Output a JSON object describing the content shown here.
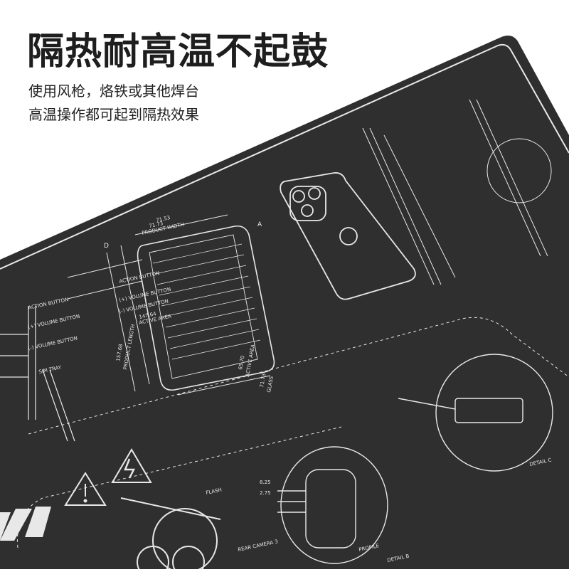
{
  "headline": "隔热耐高温不起鼓",
  "description": {
    "line1": "使用风枪，烙铁或其他焊台",
    "line2": "高温操作都可起到隔热效果"
  },
  "mat": {
    "color": "#2f2f2f",
    "line_color": "#e8e8e8",
    "labels": [
      "ACTION BUTTON",
      "(+) VOLUME BUTTON",
      "(-) VOLUME BUTTON",
      "SIM TRAY",
      "71.53",
      "71.73",
      "PRODUCT WIDTH",
      "ACTION BUTTON",
      "(+) VOLUME BUTTON",
      "(-) VOLUME BUTTON",
      "147.64",
      "ACTIVE AREA",
      "157.68",
      "PRODUCT LENGTH",
      "65.70",
      "ACTIVE AREA",
      "71.73",
      "GLASS",
      "A",
      "D",
      "FLASH",
      "REAR CAMERA 3",
      "DETAIL C",
      "8.25",
      "2.75",
      "PROFILE",
      "DETAIL B"
    ]
  }
}
